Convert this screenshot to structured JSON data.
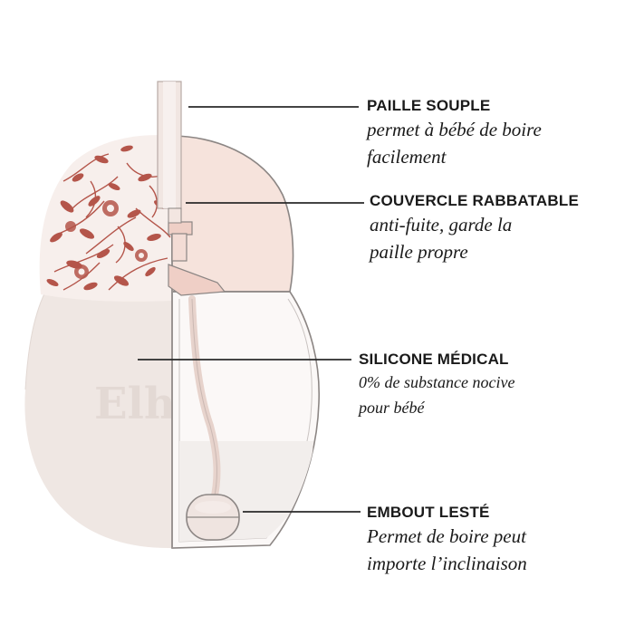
{
  "callouts": [
    {
      "title": "PAILLE SOUPLE",
      "desc_lines": [
        "permet à bébé de boire",
        "facilement"
      ]
    },
    {
      "title": "COUVERCLE RABBATABLE",
      "desc_lines": [
        "anti-fuite, garde la",
        "paille propre"
      ]
    },
    {
      "title": "SILICONE MÉDICAL",
      "desc_lines": [
        "0% de substance nocive",
        "pour bébé"
      ]
    },
    {
      "title": "EMBOUT LESTÉ",
      "desc_lines": [
        "Permet de boire peut",
        "importe l’inclinaison"
      ]
    }
  ],
  "product": {
    "embossed_text": "Elh",
    "colors": {
      "body": "#efe7e3",
      "lid_pink": "#f6e3dc",
      "toile_red": "#b4554a",
      "outline": "#8c8684",
      "straw": "#eedcd5"
    }
  }
}
